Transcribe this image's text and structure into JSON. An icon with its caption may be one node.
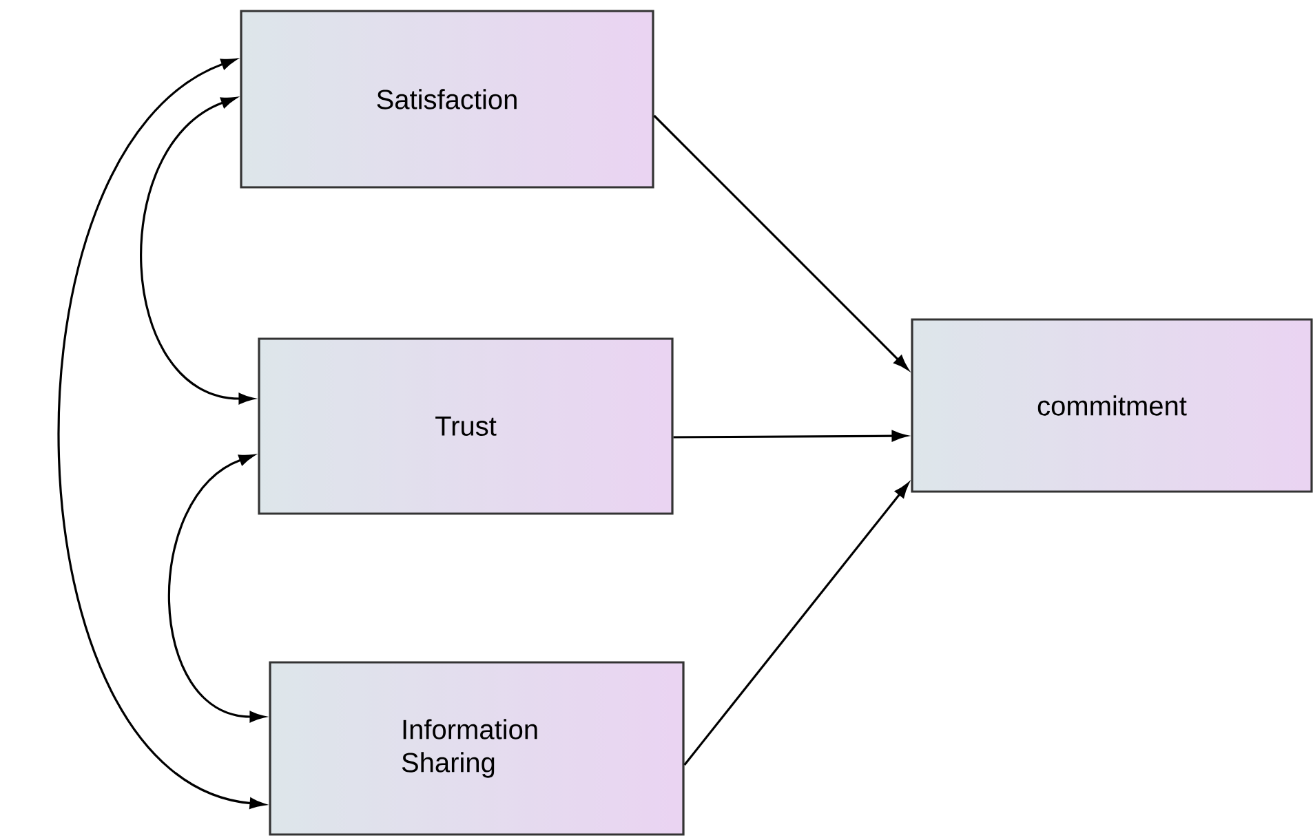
{
  "diagram": {
    "nodes": [
      {
        "text": [
          "Satisfaction"
        ]
      },
      {
        "text": [
          "Trust"
        ]
      },
      {
        "text": [
          "Information Sharing"
        ]
      },
      {
        "text": [
          "commitment"
        ]
      }
    ],
    "edges": [
      {
        "from": 0,
        "to": 3,
        "arrow": "to"
      },
      {
        "from": 1,
        "to": 3,
        "arrow": "to"
      },
      {
        "from": 2,
        "to": 3,
        "arrow": "to"
      },
      {
        "from": 0,
        "to": 1,
        "arrow": "both"
      },
      {
        "from": 1,
        "to": 2,
        "arrow": "both"
      },
      {
        "from": 0,
        "to": 2,
        "arrow": "both"
      }
    ]
  }
}
